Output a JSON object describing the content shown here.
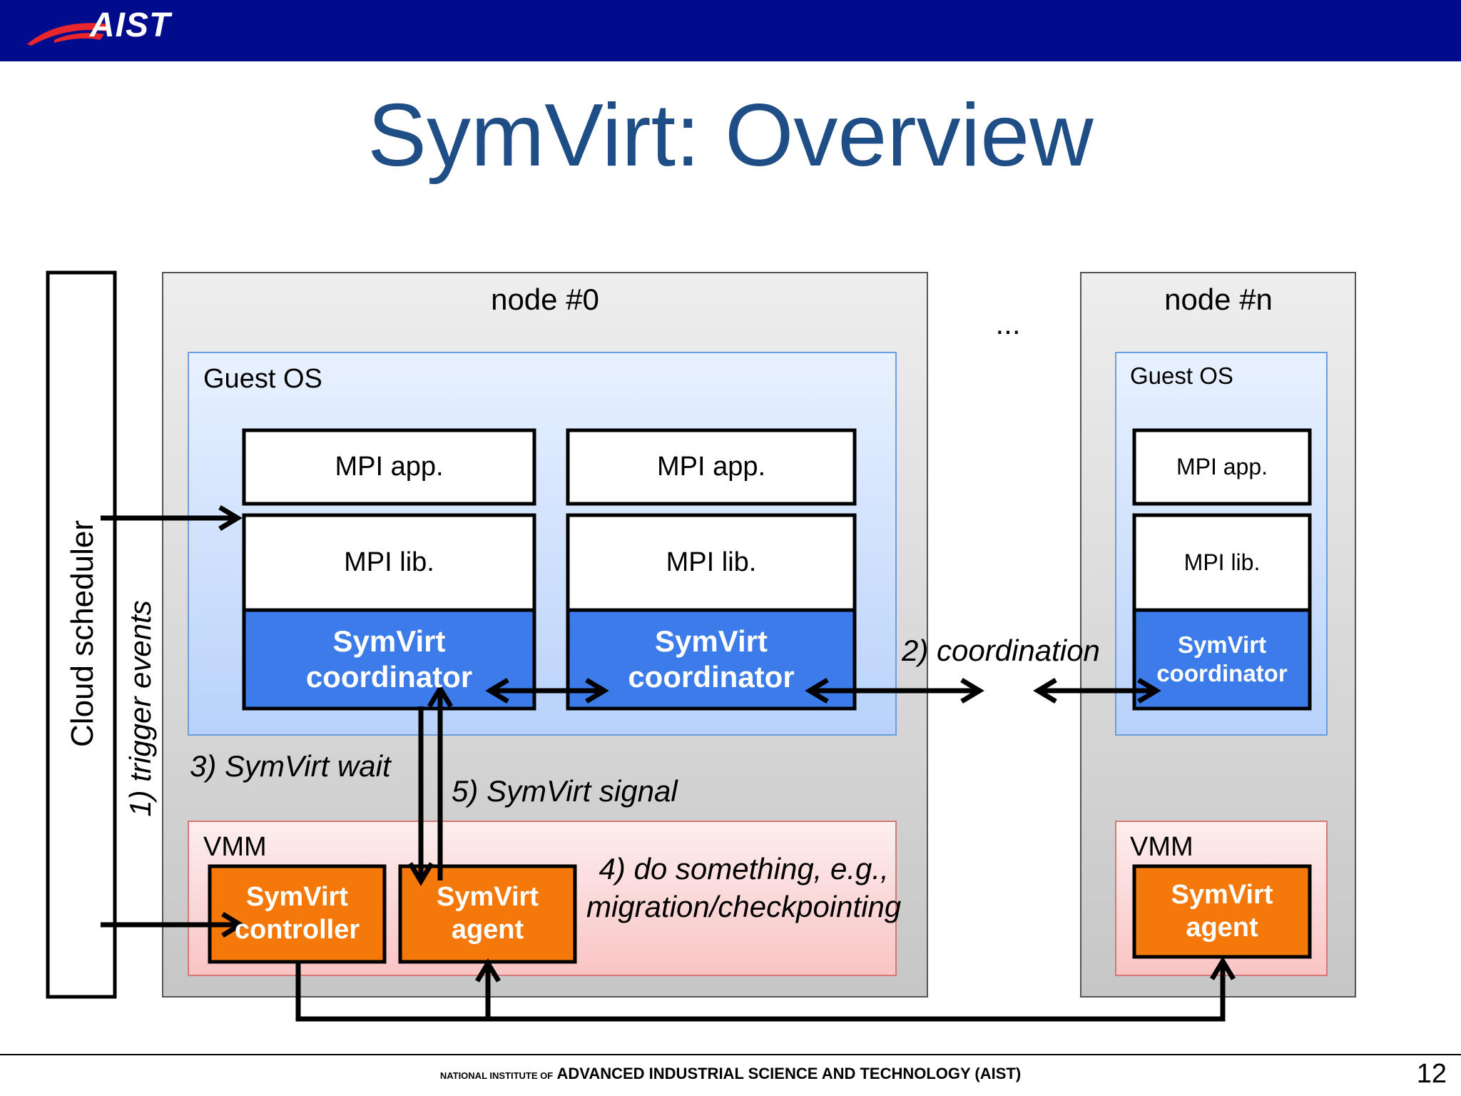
{
  "header": {
    "logo_text": "AIST"
  },
  "title": "SymVirt: Overview",
  "sidebar": {
    "cloud_scheduler": "Cloud scheduler",
    "trigger_events": "1) trigger events"
  },
  "node0": {
    "label": "node #0",
    "guest_os": "Guest OS",
    "vmm": "VMM",
    "proc1": {
      "app": "MPI app.",
      "lib": "MPI lib.",
      "coordinator": "SymVirt\ncoordinator"
    },
    "proc2": {
      "app": "MPI app.",
      "lib": "MPI lib.",
      "coordinator": "SymVirt\ncoordinator"
    },
    "controller": "SymVirt\ncontroller",
    "agent": "SymVirt\nagent"
  },
  "ellipsis": "...",
  "noden": {
    "label": "node #n",
    "guest_os": "Guest OS",
    "vmm": "VMM",
    "app": "MPI app.",
    "lib": "MPI lib.",
    "coordinator": "SymVirt\ncoordinator",
    "agent": "SymVirt\nagent"
  },
  "steps": {
    "coordination": "2) coordination",
    "wait": "3) SymVirt wait",
    "do_something": "4) do something, e.g.,\nmigration/checkpointing",
    "signal": "5) SymVirt signal"
  },
  "footer": {
    "prefix": "NATIONAL INSTITUTE OF",
    "text": "ADVANCED INDUSTRIAL SCIENCE AND TECHNOLOGY (AIST)",
    "page": "12"
  },
  "colors": {
    "header_bar": "#000c8c",
    "title": "#1f4e86",
    "coordinator": "#3c7bea",
    "orange": "#f5780a",
    "guest_os_fill": "#cfe0fc",
    "vmm_fill": "#fbd3d3"
  }
}
